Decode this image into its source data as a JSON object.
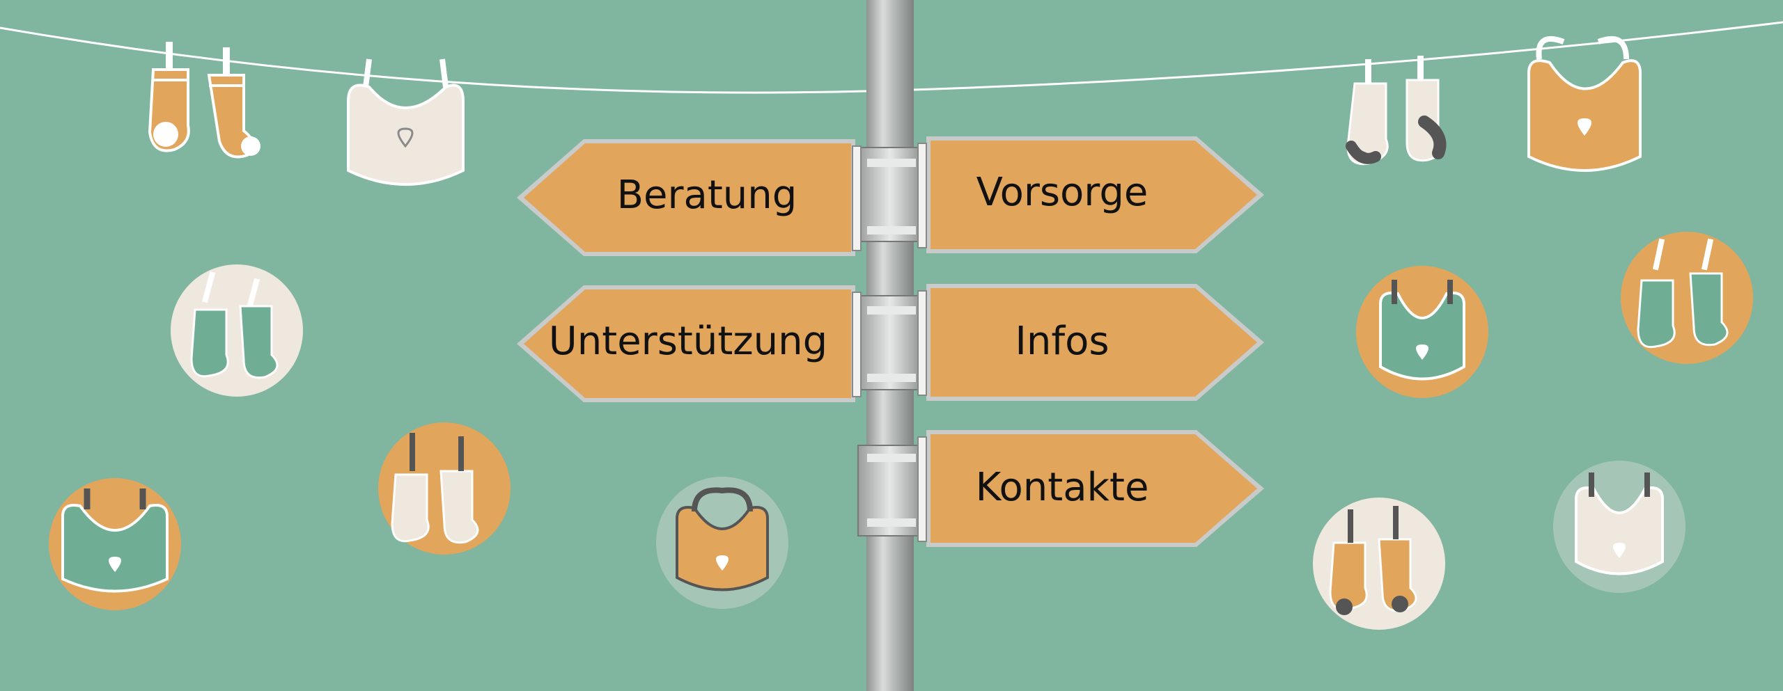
{
  "colors": {
    "background": "#80b59f",
    "orange": "#e2a55c",
    "cream": "#efe8df",
    "teal": "#6fae95",
    "pale_teal": "#a5c6b7",
    "dark": "#555555",
    "pole": "#b9bcbb"
  },
  "signs": {
    "left": [
      {
        "label": "Beratung"
      },
      {
        "label": "Unterstützung"
      }
    ],
    "right": [
      {
        "label": "Vorsorge"
      },
      {
        "label": "Infos"
      },
      {
        "label": "Kontakte"
      }
    ]
  },
  "decorations": [
    {
      "icon": "sock-pair-icon",
      "style": "orange-socks",
      "on_line": true
    },
    {
      "icon": "bib-icon",
      "style": "cream-bib",
      "on_line": true
    },
    {
      "icon": "sock-pair-icon",
      "style": "cream-socks-dark-tips",
      "on_line": true
    },
    {
      "icon": "bib-icon",
      "style": "orange-bib",
      "on_line": true
    },
    {
      "icon": "sock-pair-icon",
      "style": "cream-circle-teal-socks"
    },
    {
      "icon": "sock-pair-icon",
      "style": "orange-circle-cream-socks"
    },
    {
      "icon": "bib-icon",
      "style": "orange-circle-teal-bib"
    },
    {
      "icon": "bib-icon",
      "style": "pale-circle-orange-bib"
    },
    {
      "icon": "bib-icon",
      "style": "orange-circle-teal-bib"
    },
    {
      "icon": "sock-pair-icon",
      "style": "orange-circle-teal-socks"
    },
    {
      "icon": "sock-pair-icon",
      "style": "cream-circle-orange-socks"
    },
    {
      "icon": "bib-icon",
      "style": "pale-circle-cream-bib"
    }
  ]
}
